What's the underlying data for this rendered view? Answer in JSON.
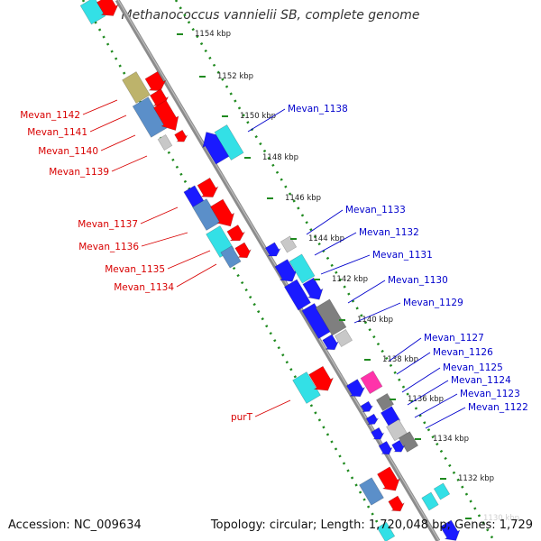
{
  "title": "Methanococcus vannielii SB, complete genome",
  "footer": {
    "accession": "Accession: NC_009634",
    "stats": "Topology: circular; Length: 1,720,048 bp; Genes: 1,729"
  },
  "colors": {
    "red": "#ff0000",
    "blue": "#1a1aff",
    "cyan": "#33e0e6",
    "steel": "#5b8fc9",
    "olive": "#bdb36b",
    "gray": "#7f7f7f",
    "lightgray": "#c8c8c8",
    "magenta": "#ff33aa",
    "backbone": "#8c8c8c",
    "dots": "#1f8a1f",
    "left_label": "#d80000",
    "right_label": "#0000cc"
  },
  "ticks": [
    "1154 kbp",
    "1152 kbp",
    "1150 kbp",
    "1148 kbp",
    "1146 kbp",
    "1144 kbp",
    "1142 kbp",
    "1140 kbp",
    "1138 kbp",
    "1136 kbp",
    "1134 kbp",
    "1132 kbp",
    "1130 kbp"
  ],
  "left_labels": [
    "Mevan_1142",
    "Mevan_1141",
    "Mevan_1140",
    "Mevan_1139",
    "Mevan_1137",
    "Mevan_1136",
    "Mevan_1135",
    "Mevan_1134",
    "purT"
  ],
  "right_labels": [
    "Mevan_1138",
    "Mevan_1133",
    "Mevan_1132",
    "Mevan_1131",
    "Mevan_1130",
    "Mevan_1129",
    "Mevan_1127",
    "Mevan_1126",
    "Mevan_1125",
    "Mevan_1124",
    "Mevan_1123",
    "Mevan_1122"
  ]
}
